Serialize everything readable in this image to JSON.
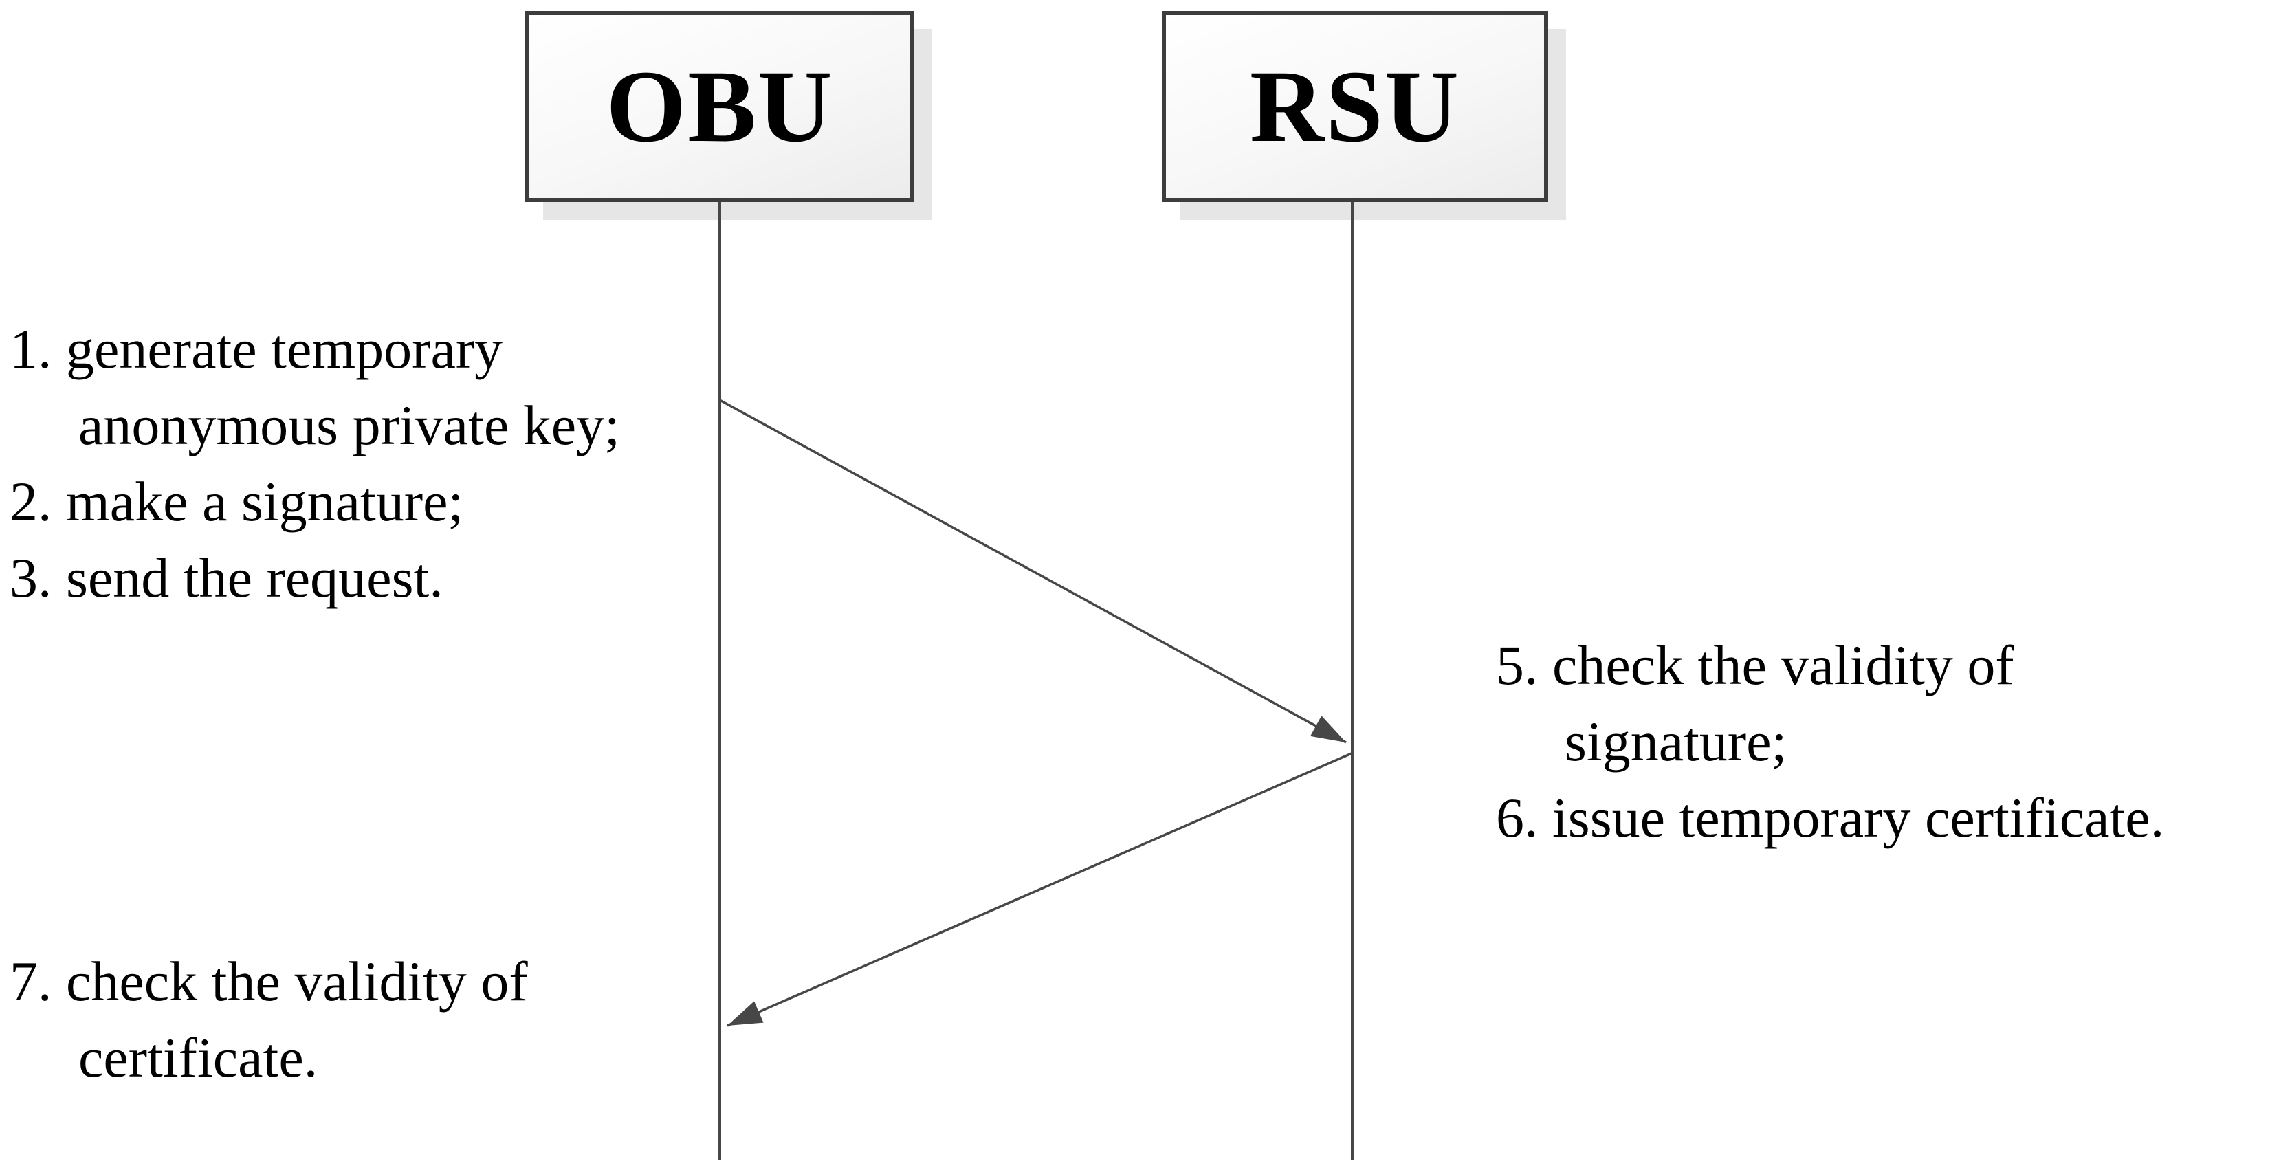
{
  "figure": {
    "type": "sequence-diagram",
    "actors": [
      {
        "id": "obu",
        "label": "OBU"
      },
      {
        "id": "rsu",
        "label": "RSU"
      }
    ],
    "notes": {
      "obu_request": {
        "lines": [
          "1. generate temporary",
          "anonymous private key;",
          "2. make a signature;",
          "3. send the request."
        ]
      },
      "rsu_process": {
        "lines": [
          "5. check the validity of",
          "signature;",
          "6. issue temporary certificate."
        ]
      },
      "obu_verify": {
        "lines": [
          "7. check the validity of",
          "certificate."
        ]
      }
    },
    "arrows": [
      {
        "name": "request-message",
        "from": "OBU",
        "to": "RSU"
      },
      {
        "name": "certificate-message",
        "from": "RSU",
        "to": "OBU"
      }
    ],
    "colors": {
      "text": "#000000",
      "line": "#474747",
      "box_border": "#3d3d3d",
      "box_fill": "#f4f4f4",
      "shadow": "#e6e6e6",
      "background": "#ffffff"
    }
  }
}
